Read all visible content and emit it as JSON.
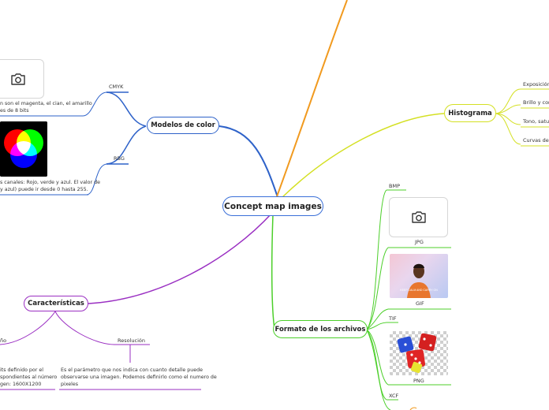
{
  "root": {
    "title": "Concept map images"
  },
  "branches": {
    "modelos": {
      "title": "Modelos de color",
      "cmyk": {
        "label": "CMYK",
        "text_line1": "n son el magenta, el cian, el amarillo",
        "text_line2": "es de 8 bits"
      },
      "rbg": {
        "label": "RBG",
        "text_line1": "s canales: Rojo, verde y azul. El valor de",
        "text_line2": "y azul) puede ir desde 0 hasta 255."
      }
    },
    "histograma": {
      "title": "Histograma",
      "items": [
        "Exposición",
        "Brillo y contr",
        "Tono, satura",
        "Curvas de co"
      ]
    },
    "caracteristicas": {
      "title": "Características",
      "left_label": "ño",
      "left_text": [
        "its definido por el",
        "spondientes al número",
        "gen: 1600X1200"
      ],
      "resolucion_label": "Resolución",
      "resolucion_text": [
        "Es el parámetro que nos indica con cuanto detalle puede",
        "observarse una imagen. Podemos definirlo como el numero de",
        "pixeles"
      ]
    },
    "formato": {
      "title": "Formato de los archivos",
      "items": [
        "BMP",
        "JPG",
        "GIF",
        "TIF",
        "PNG",
        "XCF"
      ],
      "gif_caption": "KEEP CALM AND CARRY ON"
    }
  },
  "colors": {
    "root_border": "#3a6fd8",
    "modelos": "#2e62c9",
    "histograma": "#d4e023",
    "caracteristicas": "#9a2fc2",
    "formato": "#4ccf2a",
    "orange_branch": "#f19a1f"
  },
  "icons": [
    "camera-icon",
    "camera-icon"
  ]
}
